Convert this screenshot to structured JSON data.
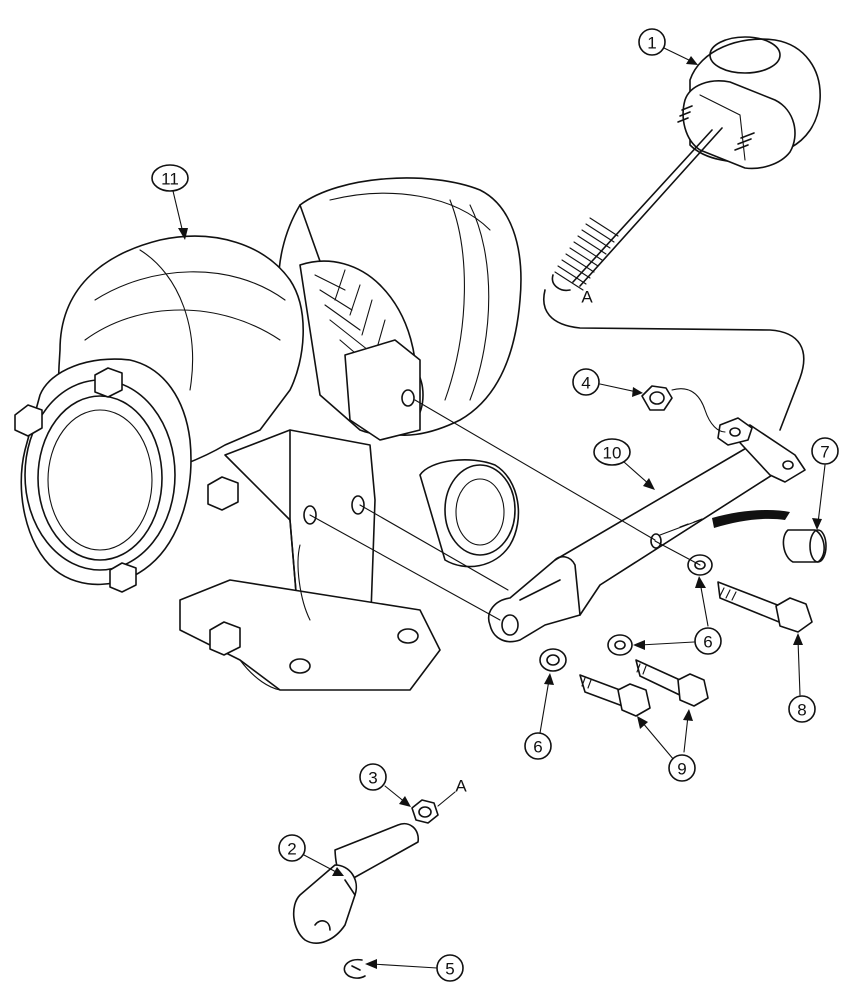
{
  "callouts": {
    "c1": "1",
    "c2": "2",
    "c3": "3",
    "c4": "4",
    "c5": "5",
    "c6a": "6",
    "c6b": "6",
    "c6c": "6",
    "c7": "7",
    "c8": "8",
    "c9": "9",
    "c10": "10",
    "c11": "11"
  },
  "reference_letters": {
    "upper": "A",
    "lower": "A"
  }
}
